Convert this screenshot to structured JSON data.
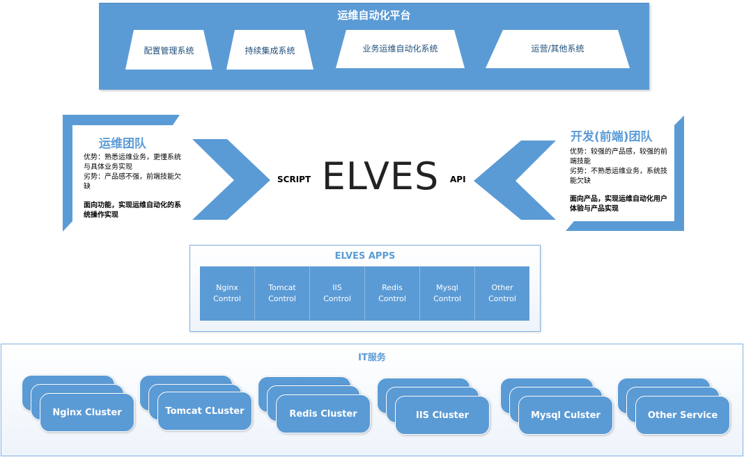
{
  "platform": {
    "title": "运维自动化平台",
    "systems": [
      "配置管理系统",
      "持续集成系统",
      "业务运维自动化系统",
      "运营/其他系统"
    ]
  },
  "ops_team": {
    "title": "运维团队",
    "strengths": "优势：熟悉运维业务，更懂系统与具体业务实现",
    "weaknesses": "劣势：产品感不强，前端技能欠缺",
    "goal": "面向功能，实现运维自动化的系统操作实现"
  },
  "dev_team": {
    "title": "开发(前端)团队",
    "strengths": "优势：较强的产品感，较强的前端技能",
    "weaknesses": "劣势：不熟悉运维业务，系统技能欠缺",
    "goal": "面向产品，实现运维自动化用户体验与产品实现"
  },
  "center": {
    "logo": "ELVES",
    "left_tag": "SCRIPT",
    "right_tag": "API"
  },
  "apps": {
    "title": "ELVES APPS",
    "items": [
      "Nginx\nControl",
      "Tomcat\nControl",
      "IIS\nControl",
      "Redis\nControl",
      "Mysql\nControl",
      "Other\nControl"
    ]
  },
  "it_services": {
    "title": "IT服务",
    "clusters": [
      "Nginx Cluster",
      "Tomcat CLuster",
      "Redis Cluster",
      "IIS Cluster",
      "Mysql Culster",
      "Other Service"
    ]
  },
  "colors": {
    "primary": "#5b9bd5",
    "dark_text": "#1f4e79"
  }
}
